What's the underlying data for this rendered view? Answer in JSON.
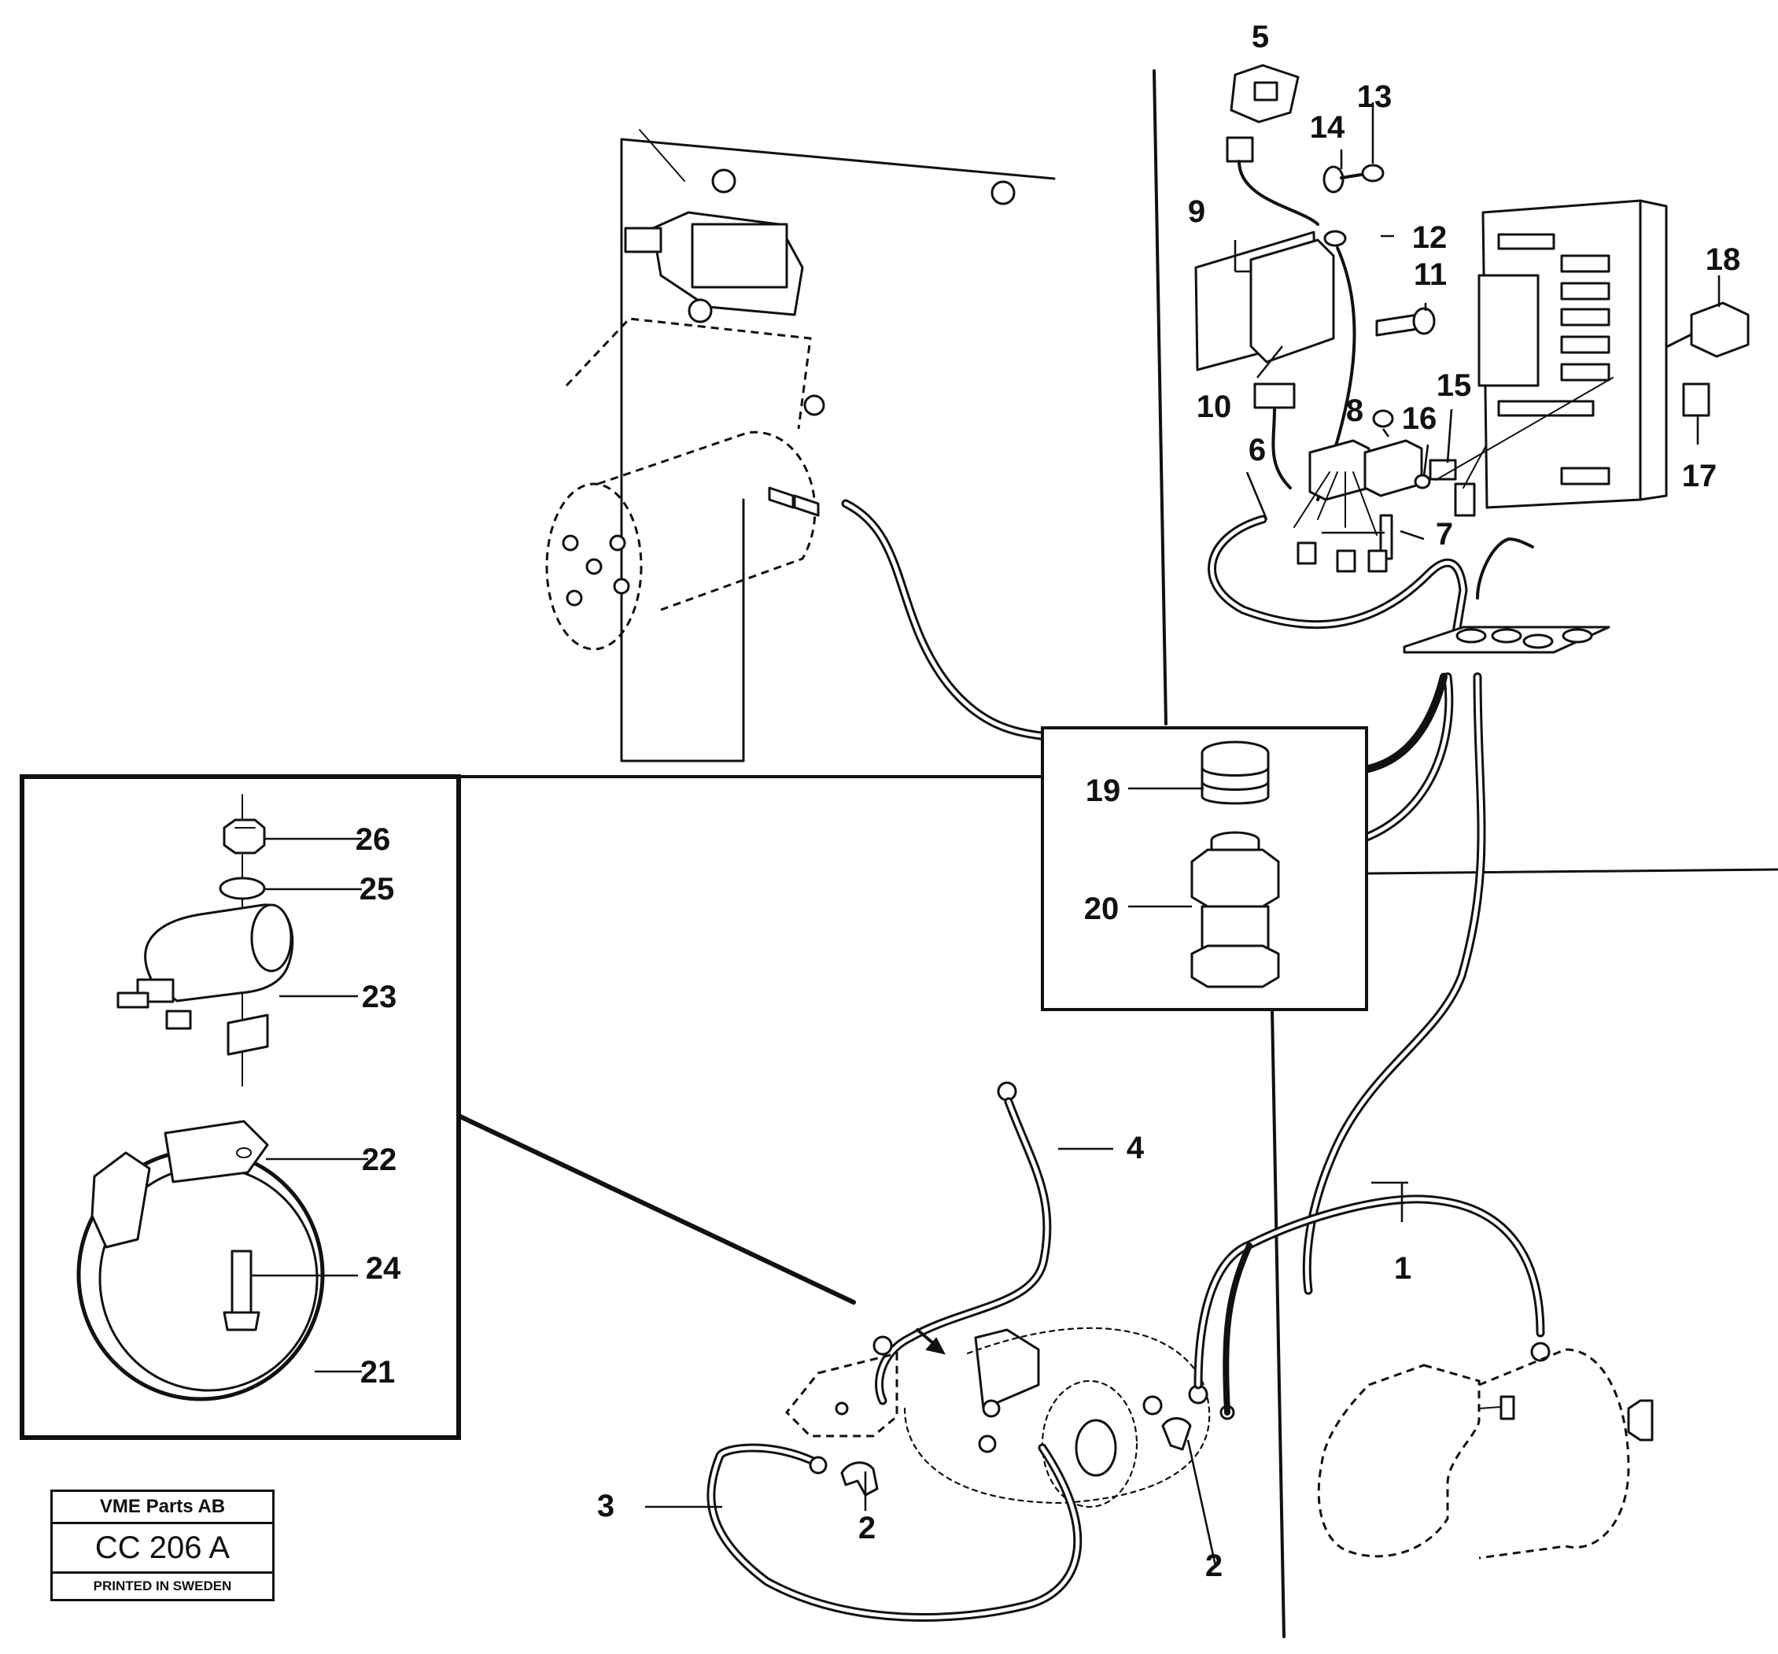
{
  "diagram": {
    "callouts": [
      "1",
      "2",
      "2",
      "3",
      "4",
      "5",
      "6",
      "7",
      "8",
      "9",
      "10",
      "11",
      "12",
      "13",
      "14",
      "15",
      "16",
      "17",
      "18",
      "19",
      "20",
      "21",
      "22",
      "23",
      "24",
      "25",
      "26"
    ]
  },
  "stamp": {
    "company": "VME Parts AB",
    "code": "CC 206 A",
    "printed": "PRINTED IN SWEDEN"
  }
}
